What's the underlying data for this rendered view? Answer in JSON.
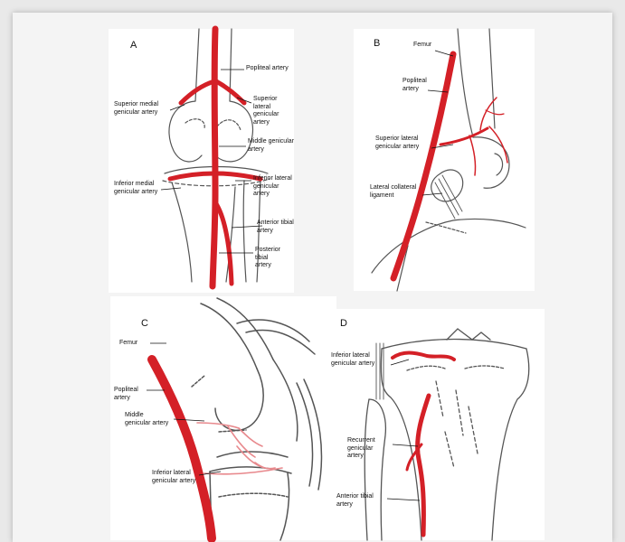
{
  "colors": {
    "artery": "#d42027",
    "artery_light": "#e8898d",
    "bone": "#555555",
    "ink": "#111111"
  },
  "panels": {
    "A": {
      "letter": "A",
      "labels": {
        "popliteal": "Popliteal artery",
        "sup_medial": "Superior medial\ngenicular artery",
        "sup_lateral": "Superior lateral\ngenicular artery",
        "middle": "Middle genicular\nartery",
        "inf_medial": "Inferior medial\ngenicular artery",
        "inf_lateral": "Inferior lateral\ngenicular artery",
        "ant_tibial": "Anterior tibial\nartery",
        "post_tibial": "Posterior tibial\nartery"
      }
    },
    "B": {
      "letter": "B",
      "labels": {
        "femur": "Femur",
        "popliteal": "Popliteal\nartery",
        "sup_lateral": "Superior lateral\ngenicular artery",
        "lat_collateral": "Lateral collateral\nligament"
      }
    },
    "C": {
      "letter": "C",
      "labels": {
        "femur": "Femur",
        "popliteal": "Popliteal\nartery",
        "middle": "Middle\ngenicular artery",
        "inf_lateral": "Inferior lateral\ngenicular artery"
      }
    },
    "D": {
      "letter": "D",
      "labels": {
        "inf_lateral": "Inferior lateral\ngenicular artery",
        "recurrent": "Recurrent\ngenicular\nartery",
        "ant_tibial": "Anterior tibial\nartery"
      }
    }
  }
}
